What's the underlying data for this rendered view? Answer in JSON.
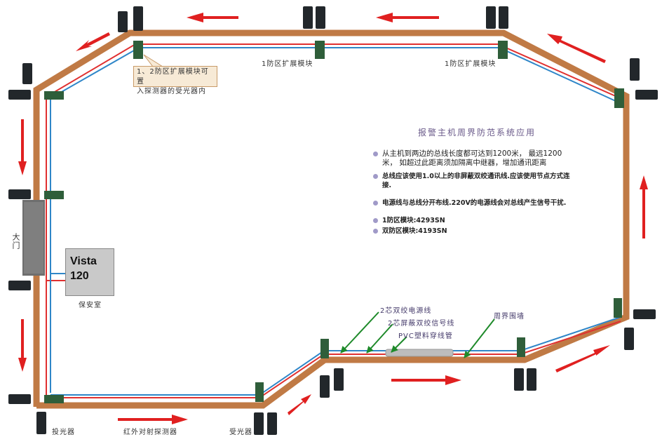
{
  "title": "报警主机周界防范系统应用",
  "callout": {
    "line1": "1、2防区扩展模块可置",
    "line2": "入探测器的受光器内"
  },
  "module_labels": [
    "1防区扩展模块",
    "1防区扩展模块"
  ],
  "gate_label": "大门",
  "controller": {
    "name": "Vista",
    "model": "120",
    "room": "保安室"
  },
  "bottom_labels": {
    "transmitter": "投光器",
    "detector": "红外对射探测器",
    "receiver": "受光器"
  },
  "cable_labels": {
    "power": "2芯双绞电源线",
    "signal": "2芯屏蔽双绞信号线",
    "conduit": "PVC塑料穿线管",
    "wall": "周界围墙"
  },
  "notes": [
    {
      "text": "从主机到两边的总线长度都可达到1200米， 最远1200米， 如超过此距离须加隔离中继器，增加通讯距离",
      "bold": false
    },
    {
      "text": "总线应该使用1.0以上的非屏蔽双绞通讯线.应该使用节点方式连接.",
      "bold": true
    },
    {
      "text": "电源线与总线分开布线.220V的电源线会对总线产生信号干扰.",
      "bold": true
    },
    {
      "text": "1防区模块:4293SN",
      "bold": true
    },
    {
      "text": "双防区模块:4193SN",
      "bold": true
    }
  ],
  "colors": {
    "wall": "#c07a45",
    "power_wire": "#e03030",
    "signal_wire": "#2f86c8",
    "arrow": "#e02020",
    "pointer": "#1e8a2a",
    "module": "#2f5e3a",
    "detector": "#22272b",
    "conduit": "#bdbdbd"
  }
}
